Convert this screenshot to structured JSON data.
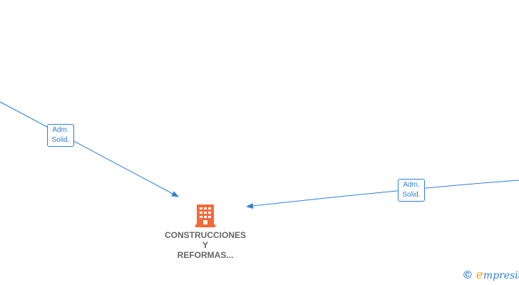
{
  "edges": [
    {
      "role_line1": "Adm.",
      "role_line2": "Solid."
    },
    {
      "role_line1": "Adm.",
      "role_line2": "Solid."
    }
  ],
  "company": {
    "name_line1": "CONSTRUCCIONES",
    "name_line2": "Y",
    "name_line3": "REFORMAS...",
    "icon": "building-icon",
    "icon_color": "#f26b3a"
  },
  "watermark": {
    "copyright_symbol": "©",
    "brand_initial": "e",
    "brand_rest": "mpresia"
  },
  "colors": {
    "edge": "#2d7fd3",
    "text": "#666666"
  }
}
